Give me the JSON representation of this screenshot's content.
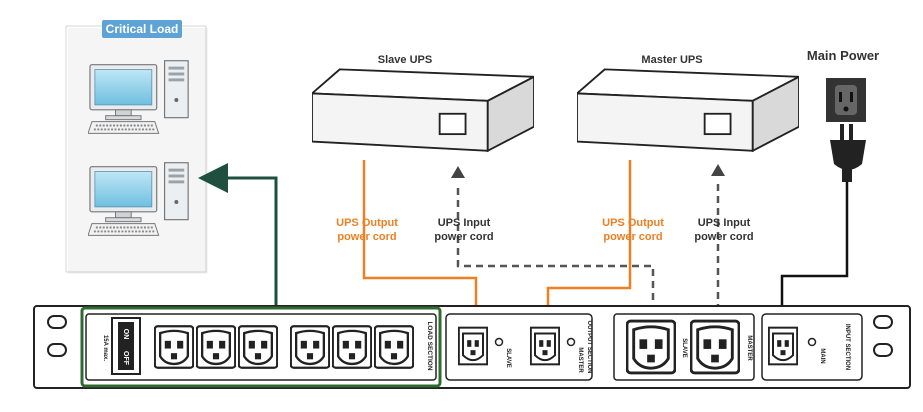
{
  "critical_load": {
    "title": "Critical Load"
  },
  "slave_ups": {
    "title": "Slave UPS"
  },
  "master_ups": {
    "title": "Master UPS"
  },
  "main_power": {
    "title": "Main Power"
  },
  "cords": {
    "slave_output": {
      "line1": "UPS Output",
      "line2": "power cord"
    },
    "slave_input": {
      "line1": "UPS Input",
      "line2": "power cord"
    },
    "master_output": {
      "line1": "UPS Output",
      "line2": "power cord"
    },
    "master_input": {
      "line1": "UPS Input",
      "line2": "power cord"
    }
  },
  "pdu": {
    "breaker_rating": "15A max.",
    "switch_on": "ON",
    "switch_off": "OFF",
    "load_section": "LOAD SECTION",
    "output_section": "OUTPUT SECTION",
    "input_section": "INPUT SECTION",
    "slave_small": "SLAVE",
    "master_small": "MASTER",
    "slave_big": "SLAVE",
    "master_big": "MASTER",
    "main": "MAIN"
  },
  "colors": {
    "output_cord": "#ee7f22",
    "load_arrow": "#1f4f3f",
    "load_section_border": "#2f6b2f",
    "critical_load_badge": "#5ea3d6"
  }
}
